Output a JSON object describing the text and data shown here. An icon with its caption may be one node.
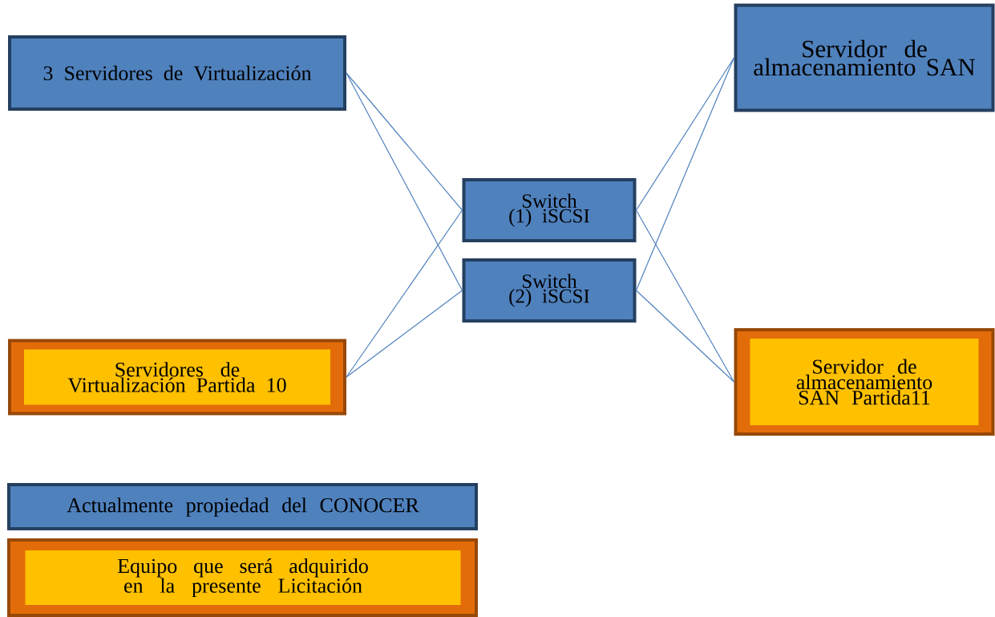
{
  "diagram": {
    "nodes": [
      {
        "text": [
          "3 Servidores de Virtualización"
        ]
      },
      {
        "text": [
          "Servidor de almacenamiento SAN"
        ]
      },
      {
        "text": [
          "Switch (1) iSCSI"
        ]
      },
      {
        "text": [
          "Switch (2) iSCSI"
        ]
      },
      {
        "text": [
          "Servidores de Virtualización Partida 10"
        ]
      },
      {
        "text": [
          "Servidor de almacenamiento SAN Partida11"
        ]
      }
    ],
    "edges": [
      {
        "from": 0,
        "to": 2,
        "arrow": "none"
      },
      {
        "from": 0,
        "to": 3,
        "arrow": "none"
      },
      {
        "from": 4,
        "to": 2,
        "arrow": "none"
      },
      {
        "from": 4,
        "to": 3,
        "arrow": "none"
      },
      {
        "from": 2,
        "to": 1,
        "arrow": "none"
      },
      {
        "from": 2,
        "to": 5,
        "arrow": "none"
      },
      {
        "from": 3,
        "to": 1,
        "arrow": "none"
      },
      {
        "from": 3,
        "to": 5,
        "arrow": "none"
      }
    ],
    "legend": [
      {
        "text": "Actualmente propiedad del CONOCER",
        "color": "#4f81bd"
      },
      {
        "text": "Equipo que será adquirido en la presente Licitación",
        "color": "#e36c0a"
      }
    ]
  }
}
